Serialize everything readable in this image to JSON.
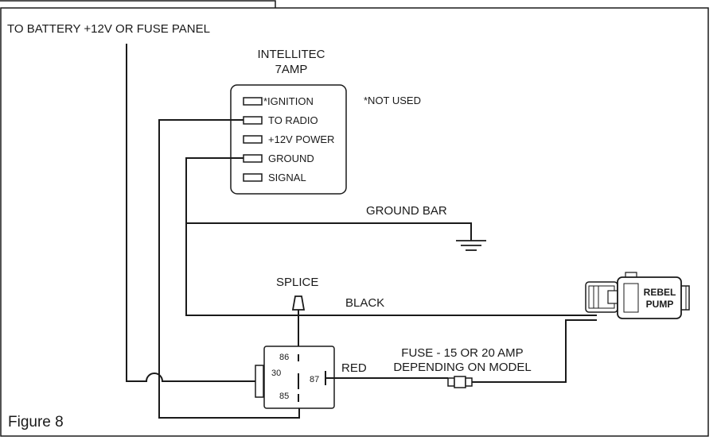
{
  "source_label": "TO BATTERY +12V OR FUSE PANEL",
  "module": {
    "title_line1": "INTELLITEC",
    "title_line2": "7AMP",
    "terminals": [
      "*IGNITION",
      "TO RADIO",
      "+12V POWER",
      "GROUND",
      "SIGNAL"
    ],
    "note": "*NOT USED"
  },
  "ground_bar_label": "GROUND BAR",
  "splice_label": "SPLICE",
  "black_wire_label": "BLACK",
  "red_wire_label": "RED",
  "fuse_label_line1": "FUSE - 15 OR 20 AMP",
  "fuse_label_line2": "DEPENDING ON MODEL",
  "relay": {
    "pins": [
      "86",
      "30",
      "87",
      "85"
    ]
  },
  "pump": {
    "label_line1": "REBEL",
    "label_line2": "PUMP"
  },
  "figure_caption": "Figure 8"
}
